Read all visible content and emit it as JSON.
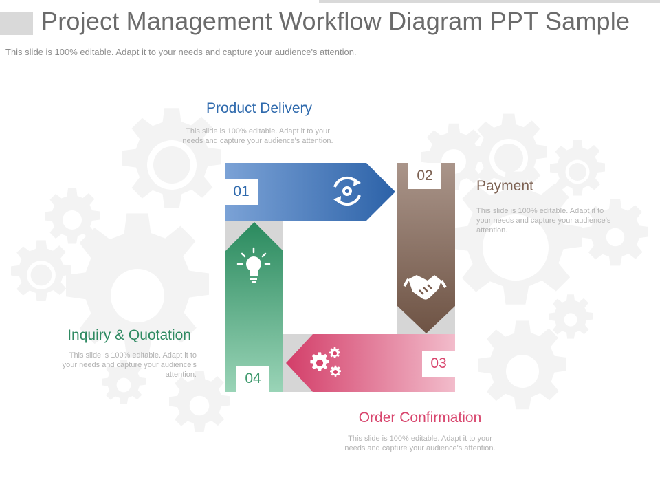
{
  "header": {
    "title": "Project Management Workflow Diagram PPT Sample",
    "subtitle": "This slide is 100% editable.  Adapt it to your needs and capture your audience's attention."
  },
  "colors": {
    "blue": "#3f6fb0",
    "brown": "#8a6d5e",
    "pink": "#dd5c7e",
    "green": "#3f9a6e",
    "gear_background": "#f2f2f2",
    "gray_corner": "#d5d5d5"
  },
  "stages": [
    {
      "number": "01",
      "title": "Product Delivery",
      "description": "This slide is 100% editable. Adapt it to your needs and capture your audience's attention.",
      "icon": "refresh-gear-icon",
      "color": "#2f6aad"
    },
    {
      "number": "02",
      "title": "Payment",
      "description": "This slide is 100% editable. Adapt it to your needs and capture your audience's attention.",
      "icon": "handshake-icon",
      "color": "#7d6253"
    },
    {
      "number": "03",
      "title": "Order Confirmation",
      "description": "This slide is 100% editable. Adapt it to your needs and capture your audience's attention.",
      "icon": "gears-icon",
      "color": "#d8456d"
    },
    {
      "number": "04",
      "title": "Inquiry & Quotation",
      "description": "This slide is 100% editable. Adapt it to your needs and capture your audience's attention.",
      "icon": "lightbulb-icon",
      "color": "#2f8a62"
    }
  ]
}
